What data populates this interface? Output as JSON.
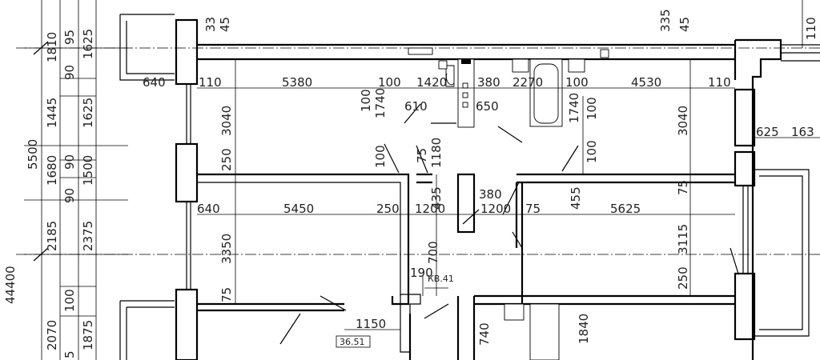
{
  "plan": {
    "horizontal_dims": [
      "640",
      "110",
      "5380",
      "100",
      "1420",
      "380",
      "2270",
      "100",
      "4530",
      "110",
      "640",
      "5450",
      "250",
      "1200",
      "380",
      "1200",
      "75",
      "5625",
      "1150",
      "610",
      "650",
      "625",
      "163"
    ],
    "vertical_dims_left": [
      "1810",
      "95",
      "1625",
      "90",
      "1445",
      "1625",
      "5500",
      "1680",
      "90",
      "90",
      "1500",
      "2185",
      "2375",
      "44400",
      "2070",
      "100",
      "1875",
      "5"
    ],
    "vertical_dims_interior": [
      "3040",
      "250",
      "3350",
      "75",
      "100",
      "1740",
      "100",
      "75",
      "1180",
      "435",
      "700",
      "1740",
      "100",
      "100",
      "455",
      "3040",
      "75",
      "3115",
      "250",
      "740",
      "1840",
      "33",
      "45",
      "335",
      "45",
      "110"
    ],
    "labels": {
      "apt_code": "КВ.41",
      "room_area": "36.51",
      "note_190": "190"
    }
  }
}
